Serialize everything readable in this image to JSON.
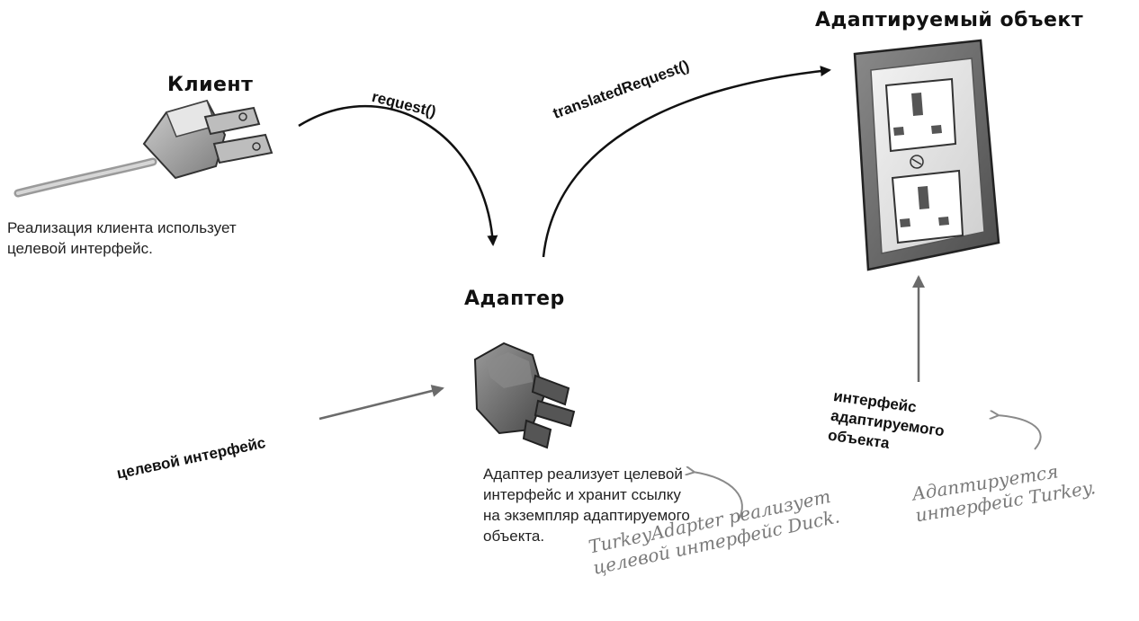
{
  "titles": {
    "client": "Клиент",
    "adapter": "Адаптер",
    "adaptee": "Адаптируемый объект"
  },
  "arrows": {
    "request": "request()",
    "translated_request": "translatedRequest()",
    "target_interface": "целевой интерфейс",
    "adaptee_interface": "интерфейс адаптируемого объекта"
  },
  "descriptions": {
    "client": "Реализация клиента использует целевой интерфейс.",
    "adapter": "Адаптер реализует целевой интерфейс и хранит ссылку на экземпляр адаптируемого объекта."
  },
  "notes": {
    "turkey_adapter": "TurkeyAdapter реализует целевой интерфейс Duck.",
    "adapted_interface": "Адаптируется интерфейс Turkey."
  },
  "icons": [
    "plug-icon",
    "adapter-plug-icon",
    "wall-outlet-icon"
  ]
}
